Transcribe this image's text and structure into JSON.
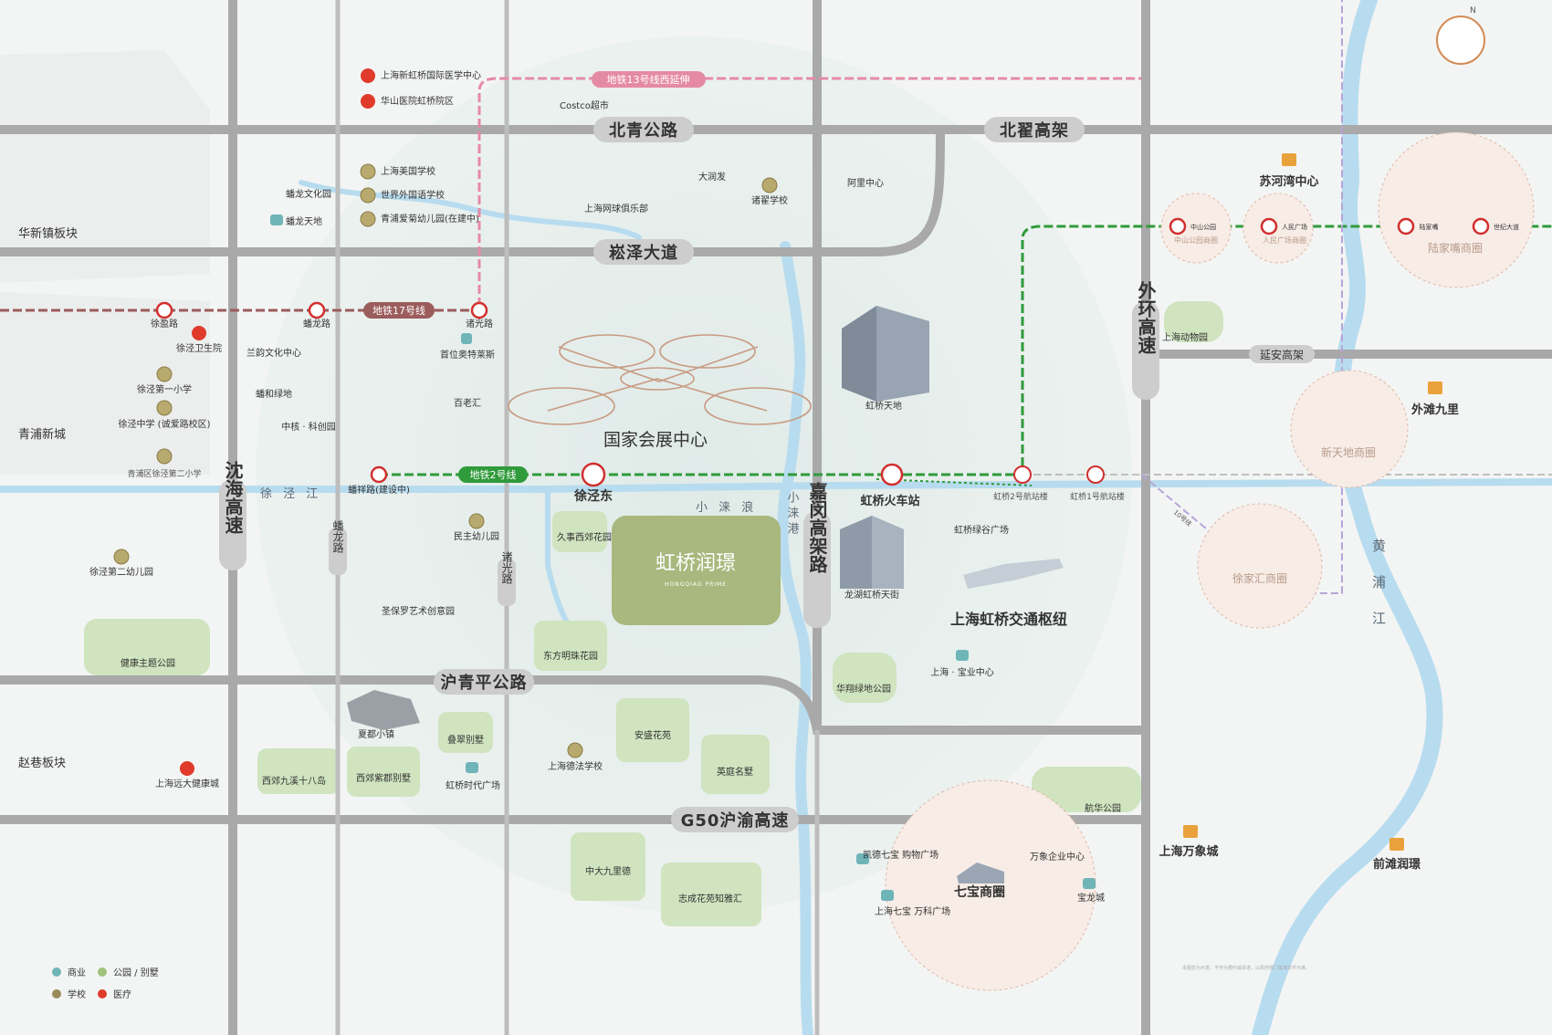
{
  "compass": {
    "letter": "N"
  },
  "project": {
    "name": "虹桥润璟",
    "subtitle": "HONGQIAO PRIME"
  },
  "roads": {
    "beiqing": "北青公路",
    "songze": "崧泽大道",
    "beidi": "北翟高架",
    "huqingping": "沪青平公路",
    "g50": "G50沪渝高速",
    "shenhai": "沈海高速",
    "jiamin": "嘉闵高架路",
    "waihuan": "外环高速",
    "yanan": "延安高架",
    "panlong_rd": "蟠龙路",
    "zhuguang_rd": "诸光路"
  },
  "metro": {
    "line13": "地铁13号线西延伸",
    "line17": "地铁17号线",
    "line2": "地铁2号线",
    "line10": "10号线"
  },
  "stations": {
    "xuying": "徐盈路",
    "panlong": "蟠龙路",
    "zhuguang": "诸光路",
    "panxiang": "蟠祥路(建设中)",
    "xujingdong": "徐泾东",
    "hongqiao_rail": "虹桥火车站",
    "t2": "虹桥2号航站楼",
    "t1": "虹桥1号航站楼",
    "zhongshan": "中山公园",
    "renmin": "人民广场",
    "lujiazui": "陆家嘴",
    "shiji": "世纪大道"
  },
  "hospitals": [
    "上海新虹桥国际医学中心",
    "华山医院虹桥院区",
    "徐泾卫生院",
    "上海远大健康城"
  ],
  "schools": [
    "上海美国学校",
    "世界外国语学校",
    "青浦爱菊幼儿园(在建中)",
    "诸翟学校",
    "徐泾第一小学",
    "徐泾中学\n(诚爱路校区)",
    "青浦区徐泾第二小学",
    "徐泾第二幼儿园",
    "民主幼儿园",
    "上海德法学校"
  ],
  "parks": [
    "健康主题公园",
    "华翔绿地公园",
    "航华公园",
    "久事西郊花园",
    "东方明珠花园",
    "叠翠别墅",
    "安盛花苑",
    "英庭名墅",
    "西郊九溪十八岛",
    "西郊紫郡别墅",
    "中大九里德",
    "志成花苑知雅汇",
    "上海动物园"
  ],
  "commerce": {
    "costco": "Costco超市",
    "panlong_culture": "蟠龙文化园",
    "panlong_tiandi": "蟠龙天地",
    "ali": "阿里中心",
    "darunfa": "大润发",
    "tennis": "上海网球俱乐部",
    "outlets": "首位奥特莱斯",
    "lanyun": "兰韵文化中心",
    "panhe": "蟠和绿地",
    "baihui": "百老汇",
    "zhonghe": "中核 · 科创园",
    "hongqiao_tiandi": "虹桥天地",
    "longhu": "龙湖虹桥天街",
    "lvgu": "虹桥绿谷广场",
    "baoye": "上海 · 宝业中心",
    "hub": "上海虹桥交通枢纽",
    "saint_paul": "圣保罗艺术创意园",
    "xiadu": "夏都小镇",
    "hq_time": "虹桥时代广场",
    "kaide": "凯德七宝\n购物广场",
    "vanke": "上海七宝\n万科广场",
    "qibao": "七宝商圈",
    "wanxiang_biz": "万象企业中心",
    "baolong": "宝龙城",
    "nceci": "国家会展中心"
  },
  "landmarks": {
    "suhewan": "苏河湾中心",
    "waitan9": "外滩九里",
    "mixc": "上海万象城",
    "qiantan": "前滩润璟",
    "zhongshan_biz": "中山公园商圈",
    "renmin_biz": "人民广场商圈",
    "lujiazui_biz": "陆家嘴商圈",
    "xintiandi_biz": "新天地商圈",
    "xujiahui_biz": "徐家汇商圈"
  },
  "areas": {
    "huaxin": "华新镇板块",
    "qingpu": "青浦新城",
    "zhaoxiang": "赵巷板块"
  },
  "water": {
    "xujing": "徐 泾 江",
    "xiaolai": "小 涞 浪",
    "xiaolaigang": "小\n涞\n港",
    "huangpu": "黄\n浦\n江"
  },
  "legend": {
    "commerce": "商业",
    "park": "公园 / 别墅",
    "school": "学校",
    "medical": "医疗"
  },
  "note": "本图仅为示意，不作为要约或承诺，以政府部门批准文件为准。",
  "colors": {
    "commerce": "#6fb5b8",
    "park": "#9fc27a",
    "school": "#9a8a5a",
    "medical": "#e03a2b",
    "metro": "#d22f2f",
    "line2": "#2f9b3a",
    "line17": "#9b5c5c",
    "line13": "#e58aa5"
  }
}
